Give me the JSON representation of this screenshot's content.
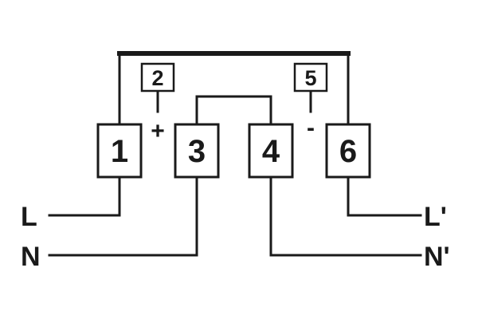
{
  "colors": {
    "line": "#1a1a1a",
    "background": "#ffffff"
  },
  "terminals": {
    "t1": "1",
    "t2": "2",
    "t3": "3",
    "t4": "4",
    "t5": "5",
    "t6": "6"
  },
  "signs": {
    "plus": "+",
    "minus": "-"
  },
  "lines": {
    "live_in": "L",
    "neutral_in": "N",
    "live_out": "L'",
    "neutral_out": "N'"
  }
}
